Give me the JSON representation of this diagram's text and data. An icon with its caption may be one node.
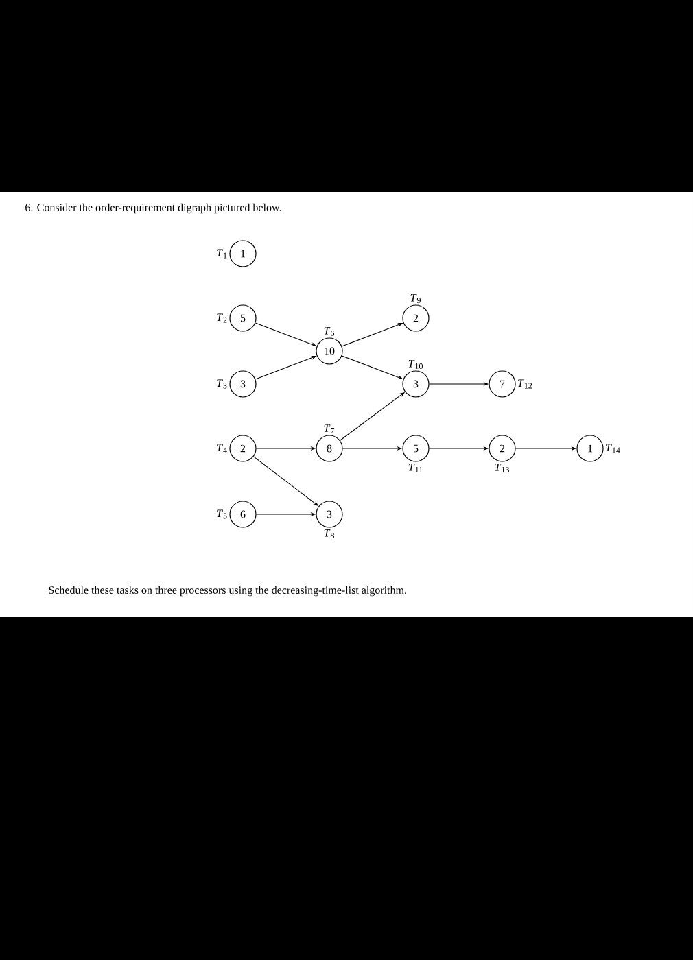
{
  "diagram": {
    "nodes": [
      {
        "text": [
          "1"
        ],
        "beside": [
          "*T*$_{1}$"
        ]
      },
      {
        "text": [
          "5"
        ],
        "beside": [
          "*T*$_{2}$"
        ]
      },
      {
        "text": [
          "3"
        ],
        "beside": [
          "*T*$_{3}$"
        ]
      },
      {
        "text": [
          "2"
        ],
        "beside": [
          "*T*$_{4}$"
        ]
      },
      {
        "text": [
          "6"
        ],
        "beside": [
          "*T*$_{5}$"
        ]
      },
      {
        "text": [
          "10"
        ],
        "beside": [
          "*T*$_{6}$"
        ]
      },
      {
        "text": [
          "8"
        ],
        "beside": [
          "*T*$_{7}$"
        ]
      },
      {
        "text": [
          "3"
        ],
        "beside": [
          "*T*$_{8}$"
        ]
      },
      {
        "text": [
          "2"
        ],
        "beside": [
          "*T*$_{9}$"
        ]
      },
      {
        "text": [
          "3"
        ],
        "beside": [
          "*T*$_{10}$"
        ]
      },
      {
        "text": [
          "5"
        ],
        "beside": [
          "*T*$_{11}$"
        ]
      },
      {
        "text": [
          "7"
        ],
        "beside": [
          "*T*$_{12}$"
        ]
      },
      {
        "text": [
          "2"
        ],
        "beside": [
          "*T*$_{13}$"
        ]
      },
      {
        "text": [
          "1"
        ],
        "beside": [
          "*T*$_{14}$"
        ]
      }
    ],
    "edges": [
      {
        "from": 1,
        "to": 5,
        "arrow": "to"
      },
      {
        "from": 2,
        "to": 5,
        "arrow": "to"
      },
      {
        "from": 5,
        "to": 8,
        "arrow": "to"
      },
      {
        "from": 5,
        "to": 9,
        "arrow": "to"
      },
      {
        "from": 6,
        "to": 9,
        "arrow": "to"
      },
      {
        "from": 3,
        "to": 6,
        "arrow": "to"
      },
      {
        "from": 6,
        "to": 10,
        "arrow": "to"
      },
      {
        "from": 10,
        "to": 12,
        "arrow": "to"
      },
      {
        "from": 12,
        "to": 13,
        "arrow": "to"
      },
      {
        "from": 9,
        "to": 11,
        "arrow": "to"
      },
      {
        "from": 3,
        "to": 7,
        "arrow": "to"
      },
      {
        "from": 4,
        "to": 7,
        "arrow": "to"
      }
    ],
    "labels": [
      "6. Consider the order-requirement digraph pictured below.",
      "Schedule these tasks on three processors using the decreasing-time-list algorithm."
    ]
  }
}
